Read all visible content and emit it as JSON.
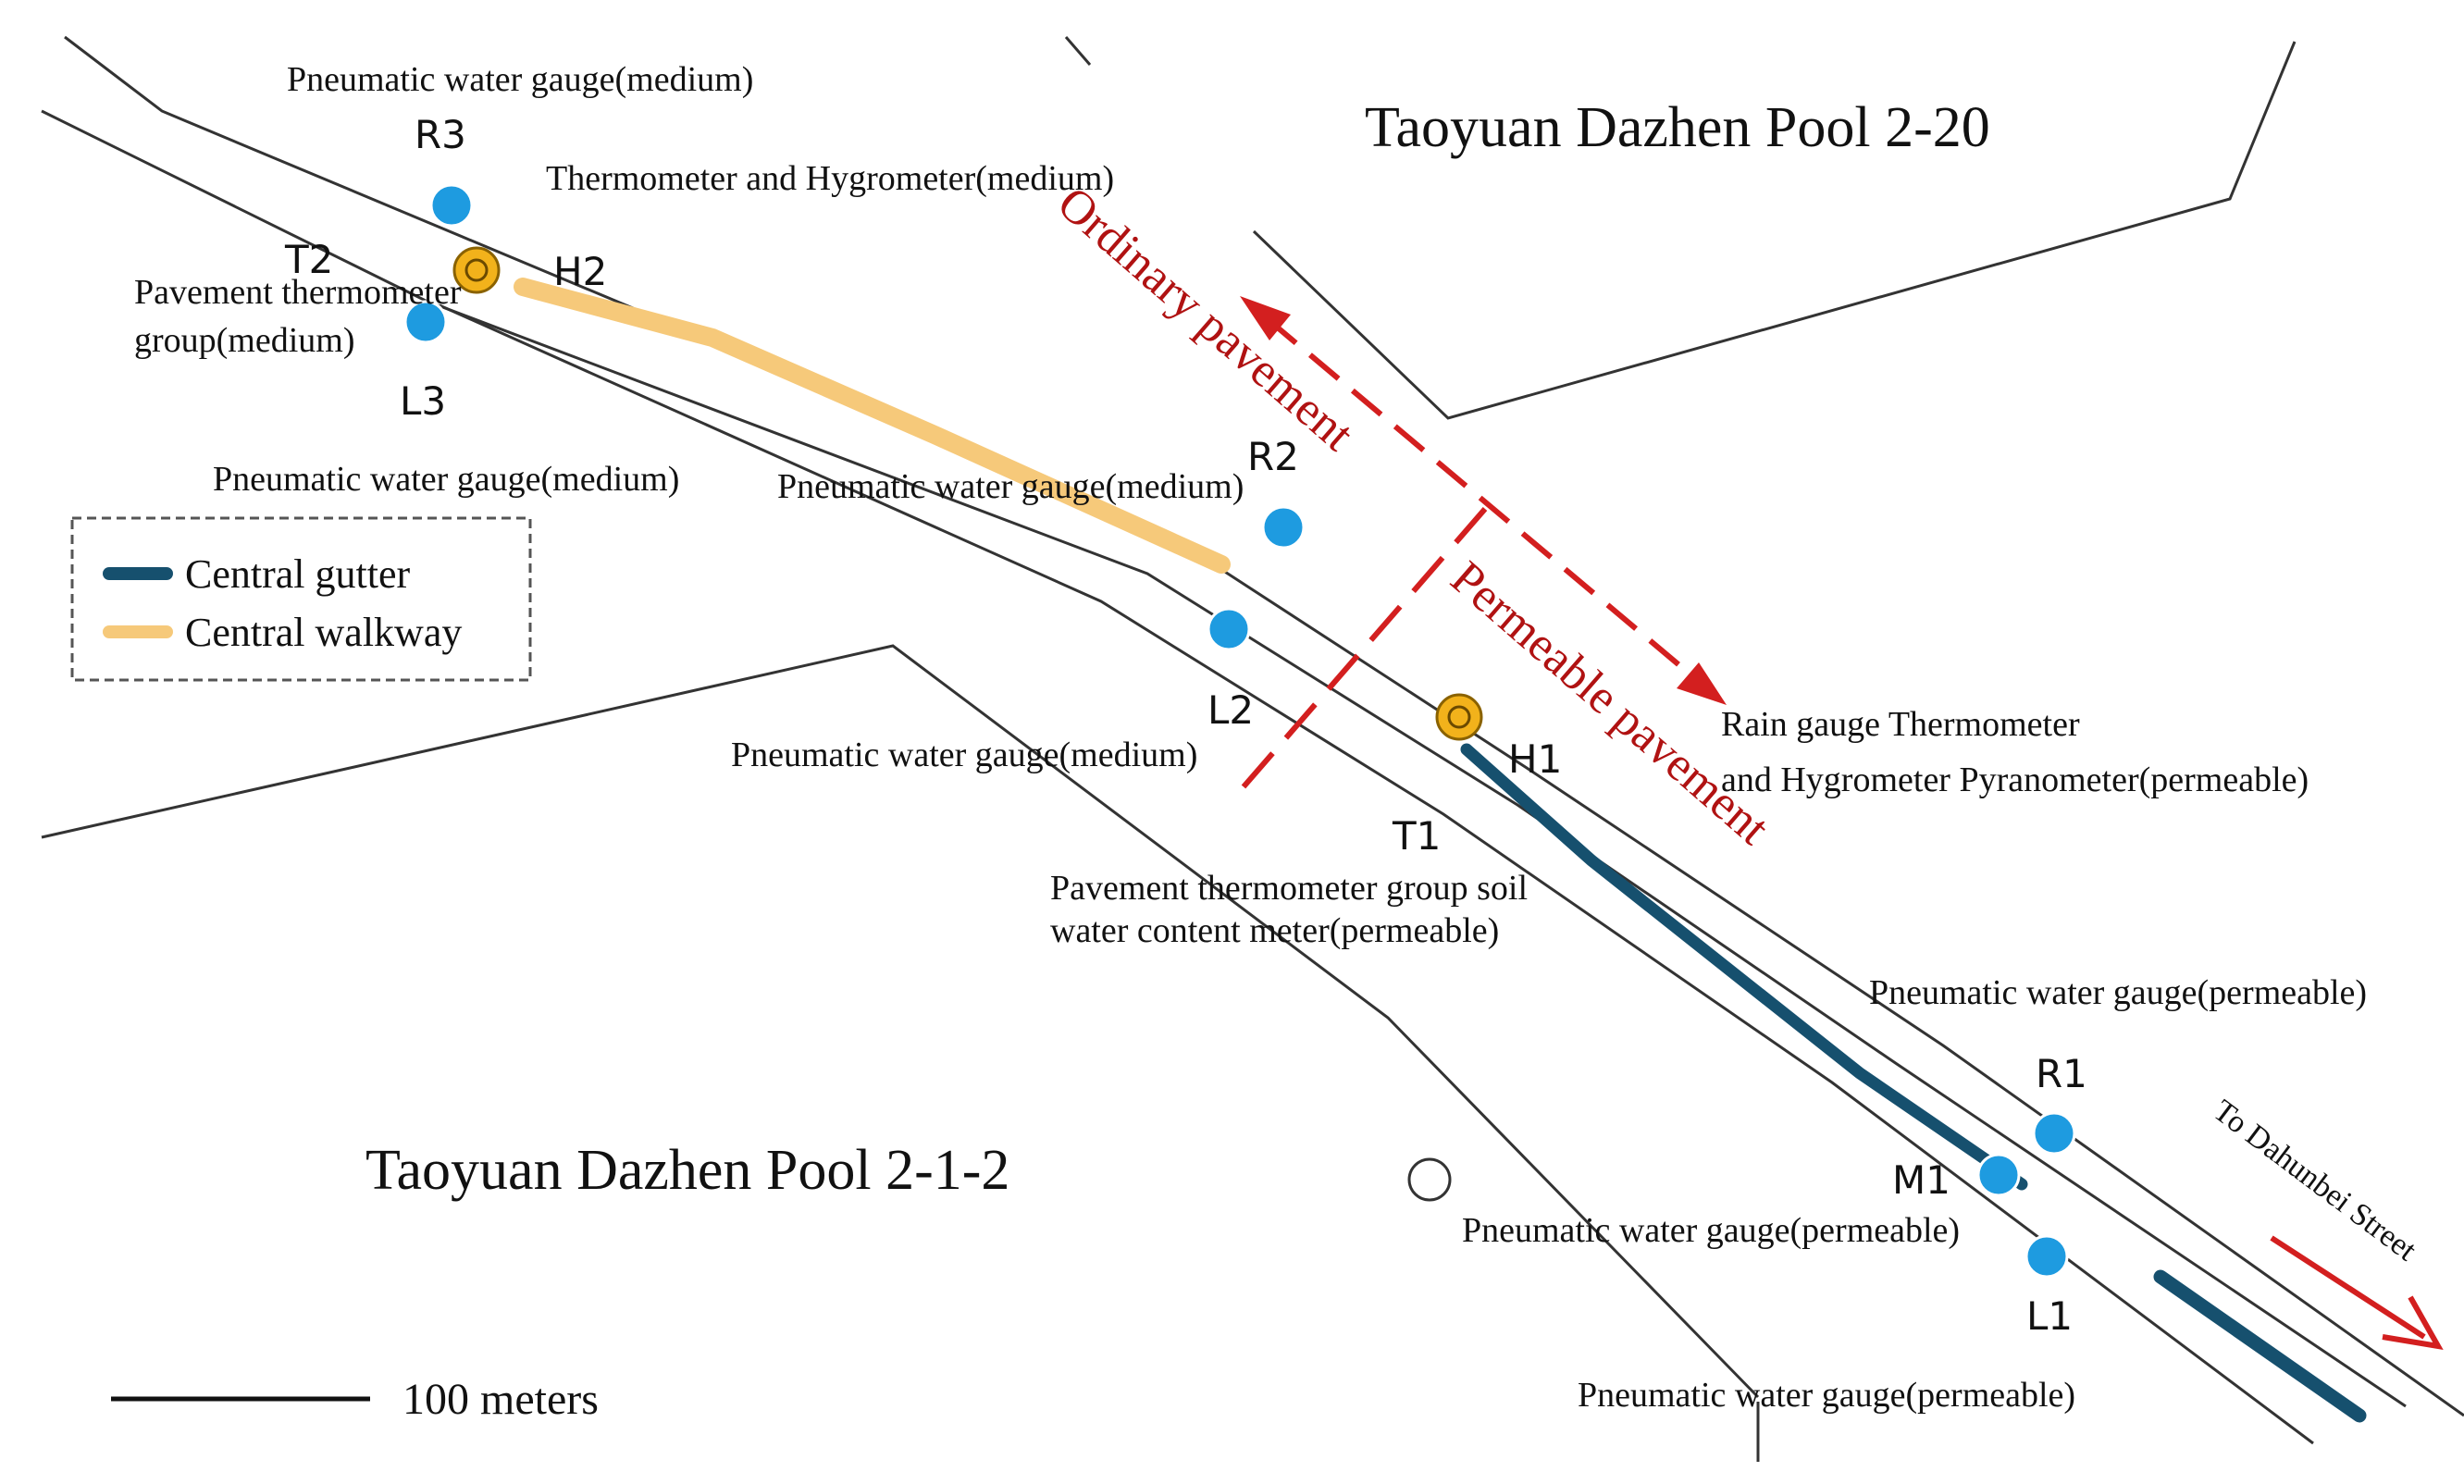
{
  "areas": {
    "top": "Taoyuan Dazhen Pool 2-20",
    "bottom": "Taoyuan Dazhen Pool 2-1-2"
  },
  "zones": {
    "ordinary": "Ordinary pavement",
    "permeable": "Permeable pavement"
  },
  "stations": {
    "R3": "R3",
    "L3": "L3",
    "T2": "T2",
    "H2": "H2",
    "R2": "R2",
    "L2": "L2",
    "H1": "H1",
    "T1": "T1",
    "R1": "R1",
    "M1": "M1",
    "L1": "L1"
  },
  "labels": {
    "r3": "Pneumatic water gauge(medium)",
    "h2": "Thermometer and Hygrometer(medium)",
    "t2_line1": "Pavement thermometer",
    "t2_line2": "group(medium)",
    "l3": "Pneumatic water gauge(medium)",
    "r2": "Pneumatic water gauge(medium)",
    "l2": "Pneumatic water gauge(medium)",
    "h1_line1": "Rain gauge Thermometer",
    "h1_line2": "and Hygrometer Pyranometer(permeable)",
    "t1_line1": "Pavement thermometer group soil",
    "t1_line2": "water content meter(permeable)",
    "r1": "Pneumatic water gauge(permeable)",
    "m1": "Pneumatic water gauge(permeable)",
    "l1": "Pneumatic water gauge(permeable)"
  },
  "legend": {
    "gutter": "Central gutter",
    "walkway": "Central walkway"
  },
  "scale": "100 meters",
  "direction": "To Dahunbei Street",
  "colors": {
    "gauge": "#1e9be0",
    "sensor": "#f2b21b",
    "gutter": "#16506e",
    "walkway": "#f6c97a",
    "zone": "#d31f1f"
  }
}
